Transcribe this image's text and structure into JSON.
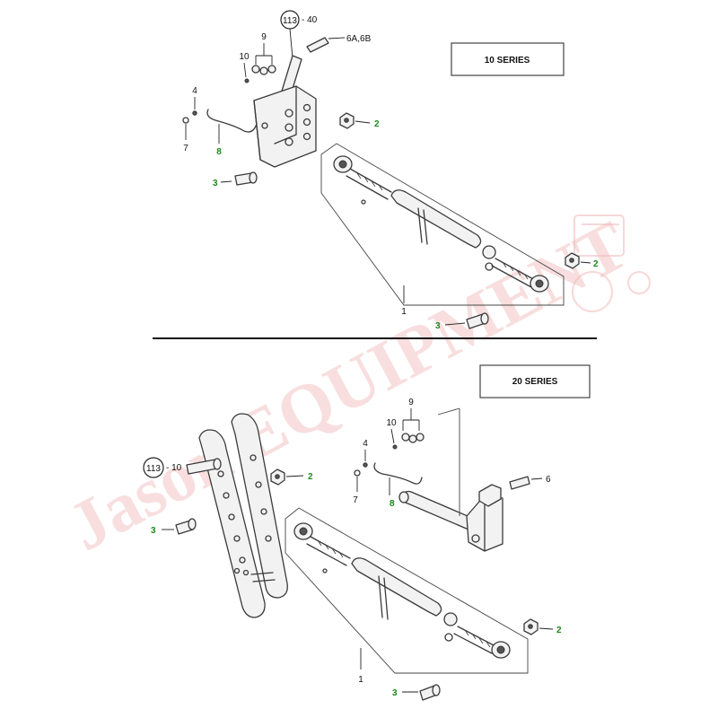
{
  "watermark": {
    "brand": "Jason EQUIPMENT"
  },
  "sections": {
    "top": {
      "title": "10 SERIES"
    },
    "bottom": {
      "title": "20 SERIES"
    }
  },
  "callouts": {
    "top": {
      "ref_circle": "113",
      "ref_suffix": "- 40",
      "pin_label": "6A,6B",
      "c9": "9",
      "c10": "10",
      "c4": "4",
      "c7": "7",
      "c8": "8",
      "c2a": "2",
      "c3a": "3",
      "c2b": "2",
      "c3b": "3",
      "c1": "1"
    },
    "bottom": {
      "ref_circle": "113",
      "ref_suffix": "- 10",
      "c9": "9",
      "c10": "10",
      "c4": "4",
      "c7": "7",
      "c8": "8",
      "c6": "6",
      "c2a": "2",
      "c3a": "3",
      "c2b": "2",
      "c3b": "3",
      "c1": "1"
    }
  },
  "colors": {
    "callout_green": "#1a8a1a",
    "line": "#3a3a3a",
    "watermark": "#f0b8b8"
  }
}
